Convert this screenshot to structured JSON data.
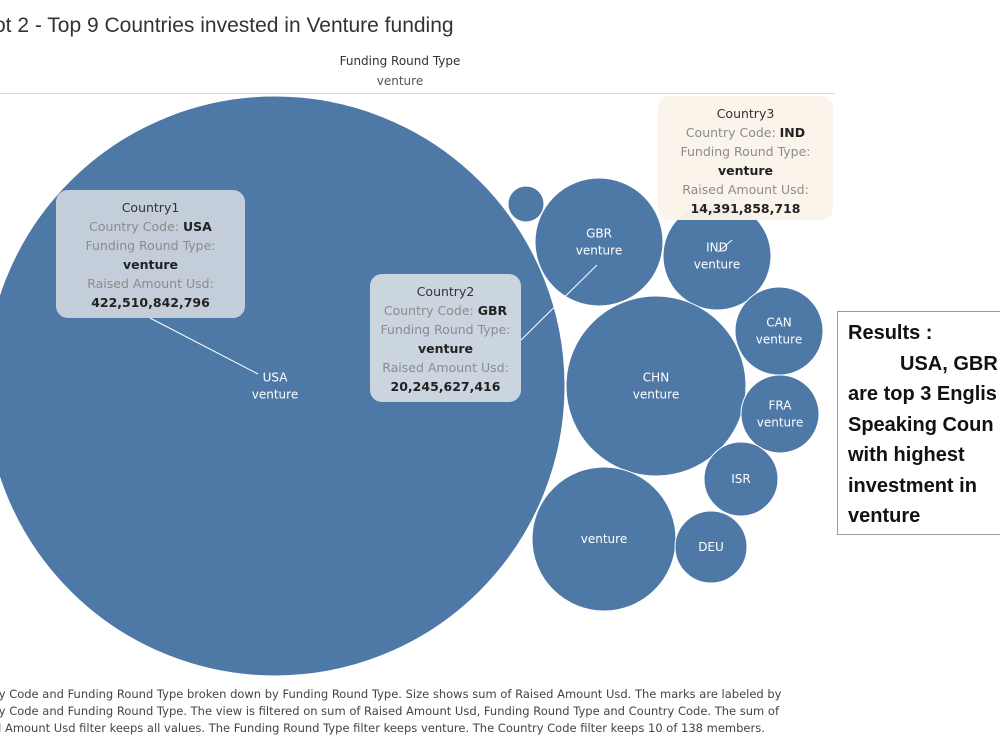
{
  "title": "ot 2 - Top 9 Countries invested in Venture funding",
  "header": {
    "label": "Funding Round Type",
    "value": "venture"
  },
  "chart_data": {
    "type": "bubble",
    "size_measure": "Raised Amount Usd",
    "bubbles": [
      {
        "code": "USA",
        "round": "venture",
        "raised": 422510842796,
        "label": "USA\nventure"
      },
      {
        "code": "GBR",
        "round": "venture",
        "raised": 20245627416,
        "label": "GBR\nventure"
      },
      {
        "code": "IND",
        "round": "venture",
        "raised": 14391858718,
        "label": "IND\nventure"
      },
      {
        "code": "CHN",
        "round": "venture",
        "label": "CHN\nventure"
      },
      {
        "code": "",
        "round": "venture",
        "label": "venture"
      },
      {
        "code": "CAN",
        "round": "venture",
        "label": "CAN\nventure"
      },
      {
        "code": "FRA",
        "round": "venture",
        "label": "FRA\nventure"
      },
      {
        "code": "ISR",
        "round": "venture",
        "label": "ISR"
      },
      {
        "code": "DEU",
        "round": "venture",
        "label": "DEU"
      },
      {
        "code": "",
        "round": "venture",
        "label": ""
      }
    ]
  },
  "tooltips": [
    {
      "heading": "Country1",
      "code_label": "Country Code:",
      "code": "USA",
      "round_label": "Funding Round Type:",
      "round": "venture",
      "amount_label": "Raised Amount Usd:",
      "amount": "422,510,842,796"
    },
    {
      "heading": "Country2",
      "code_label": "Country Code:",
      "code": "GBR",
      "round_label": "Funding Round Type:",
      "round": "venture",
      "amount_label": "Raised Amount Usd:",
      "amount": "20,245,627,416"
    },
    {
      "heading": "Country3",
      "code_label": "Country Code:",
      "code": "IND",
      "round_label": "Funding Round Type:",
      "round": "venture",
      "amount_label": "Raised Amount Usd:",
      "amount": "14,391,858,718"
    }
  ],
  "results": {
    "heading": "Results :",
    "lines": [
      "USA, GBR",
      "are top 3 Englis",
      "Speaking Coun",
      "with highest",
      "investment in",
      "venture"
    ]
  },
  "caption": [
    "ry Code and Funding Round Type broken down by Funding Round Type.  Size shows sum of Raised Amount Usd.  The marks are labeled by",
    "ry Code and Funding Round Type. The view is filtered on sum of Raised Amount Usd, Funding Round Type and Country Code. The sum of",
    "d Amount Usd filter keeps all values. The Funding Round Type filter keeps venture. The Country Code filter keeps 10 of 138 members."
  ]
}
